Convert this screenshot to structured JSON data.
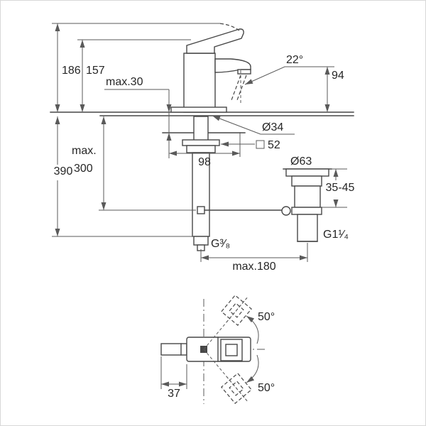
{
  "drawing": {
    "kind": "faucet-technical-dimension-drawing",
    "dimensions": {
      "total_height": "186",
      "spout_tip_height": "157",
      "max_deck_thickness": "max.30",
      "spout_angle": "22°",
      "spout_height": "94",
      "hole_diameter": "Ø34",
      "base_square": "52",
      "base_depth": "98",
      "hose_length_prefix": "max.",
      "hose_length_value": "300",
      "total_depth": "390",
      "waste_flange_diameter": "Ø63",
      "waste_clamping_range": "35-45",
      "waste_thread": "G1¹⁄₄",
      "supply_thread": "G³⁄₈",
      "waste_max_distance": "max.180",
      "swing_angle_upper": "50°",
      "swing_angle_lower": "50°",
      "handle_projection": "37"
    },
    "colors": {
      "object_line": "#474747",
      "dimension_line": "#5a5a5a",
      "text": "#262626",
      "background": "#ffffff"
    }
  }
}
